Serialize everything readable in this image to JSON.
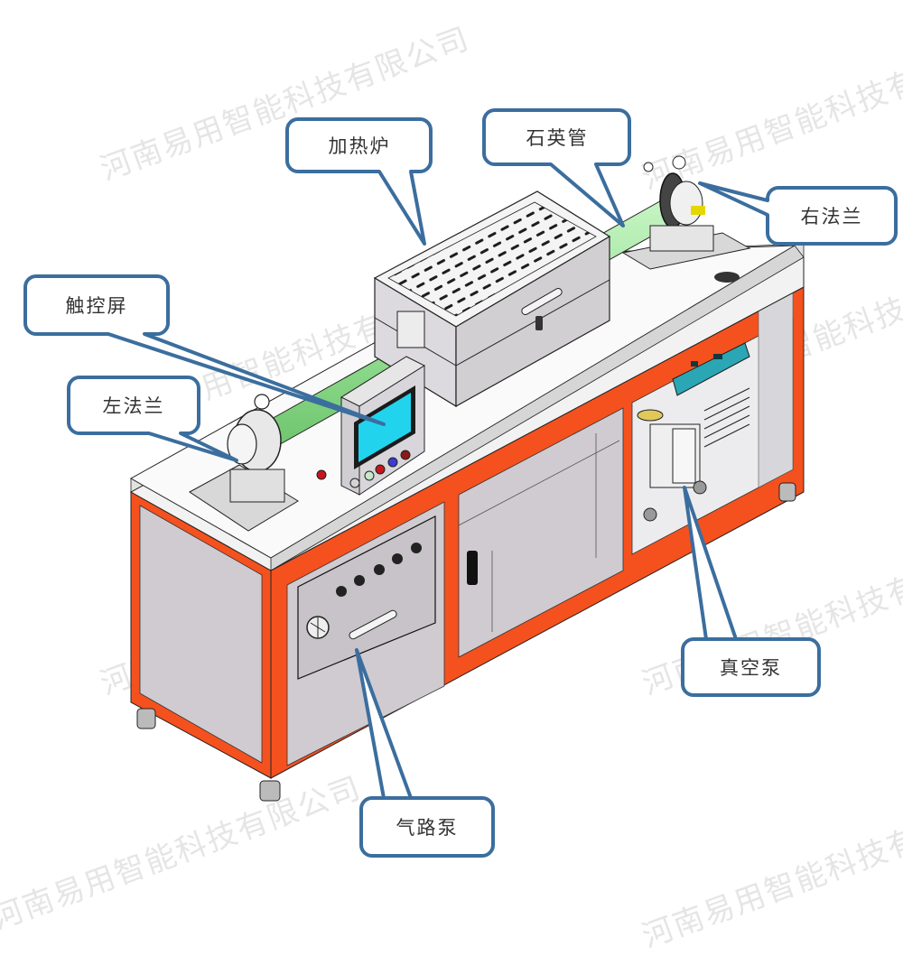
{
  "diagram": {
    "subject": "tube furnace system",
    "colors": {
      "frame": "#F4511E",
      "panel": "#CFCBD0",
      "panel_dark": "#B9B5BA",
      "tabletop": "#F2F2F2",
      "quartz_tube": "#9BE39A",
      "screen": "#22D3EE",
      "callout_border": "#3B6E9E",
      "pcb": "#2AA6B5"
    },
    "callouts": [
      {
        "id": "heating-furnace",
        "label": "加热炉"
      },
      {
        "id": "quartz-tube",
        "label": "石英管"
      },
      {
        "id": "right-flange",
        "label": "右法兰"
      },
      {
        "id": "touch-screen",
        "label": "触控屏"
      },
      {
        "id": "left-flange",
        "label": "左法兰"
      },
      {
        "id": "vacuum-pump",
        "label": "真空泵"
      },
      {
        "id": "gas-path-pump",
        "label": "气路泵"
      }
    ],
    "watermark": "河南易用智能科技有限公司"
  }
}
